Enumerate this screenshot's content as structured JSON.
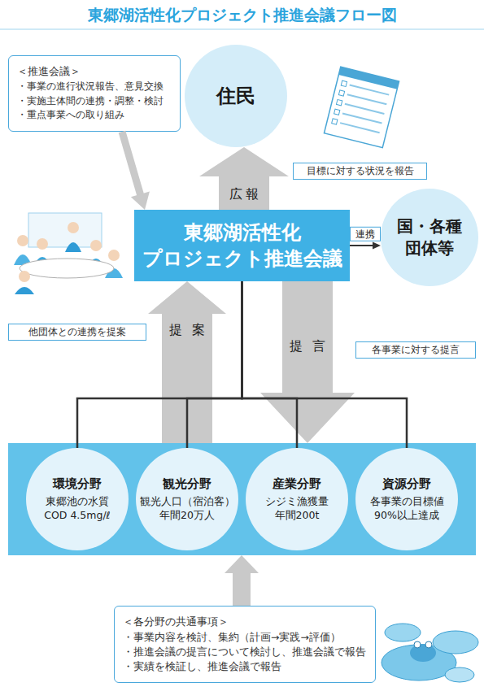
{
  "diagram": {
    "title": "東郷湖活性化プロジェクト推進会議フロー図",
    "nodes": [
      {
        "text": [
          "＜推進会議＞",
          "・事業の進行状況報告、意見交換",
          "・実施主体間の連携・調整・検討",
          "・重点事業への取り組み"
        ]
      },
      {
        "text": [
          "住民"
        ]
      },
      {
        "text": [
          "目標に対する状況を報告"
        ]
      },
      {
        "text": [
          "東郷湖活性化 プロジェクト推進会議"
        ]
      },
      {
        "text": [
          "国・各種 団体等"
        ]
      },
      {
        "text": [
          "他団体との連携を提案"
        ]
      },
      {
        "text": [
          "各事業に対する提言"
        ]
      },
      {
        "text": []
      },
      {
        "text": [
          "環境分野",
          "東郷池の水質 COD 4.5mg/ℓ"
        ],
        "in": 7
      },
      {
        "text": [
          "観光分野",
          "観光人口（宿泊客） 年間20万人"
        ],
        "in": 7
      },
      {
        "text": [
          "産業分野",
          "シジミ漁獲量 年間200t"
        ],
        "in": 7
      },
      {
        "text": [
          "資源分野",
          "各事業の目標値 90%以上達成"
        ],
        "in": 7
      },
      {
        "text": [
          "＜各分野の共通事項＞",
          "・事業内容を検討、集約（計画→実践→評価）",
          "・推進会議の提言について検討し、推進会議で報告",
          "・実績を検証し、推進会議で報告"
        ]
      }
    ],
    "edges": [
      {
        "from": 0,
        "to": 3,
        "arrow": "to"
      },
      {
        "from": 3,
        "to": 1,
        "label": "広報",
        "arrow": "to"
      },
      {
        "from": 3,
        "to": 4,
        "label": "連携",
        "arrow": "to"
      },
      {
        "from": 7,
        "to": 3,
        "label": "提案",
        "arrow": "to"
      },
      {
        "from": 3,
        "to": 7,
        "label": "提言",
        "arrow": "to"
      },
      {
        "from": 3,
        "to": 8,
        "arrow": "none"
      },
      {
        "from": 3,
        "to": 9,
        "arrow": "none"
      },
      {
        "from": 3,
        "to": 10,
        "arrow": "none"
      },
      {
        "from": 3,
        "to": 11,
        "arrow": "none"
      },
      {
        "from": 12,
        "to": 7,
        "arrow": "to"
      }
    ]
  }
}
